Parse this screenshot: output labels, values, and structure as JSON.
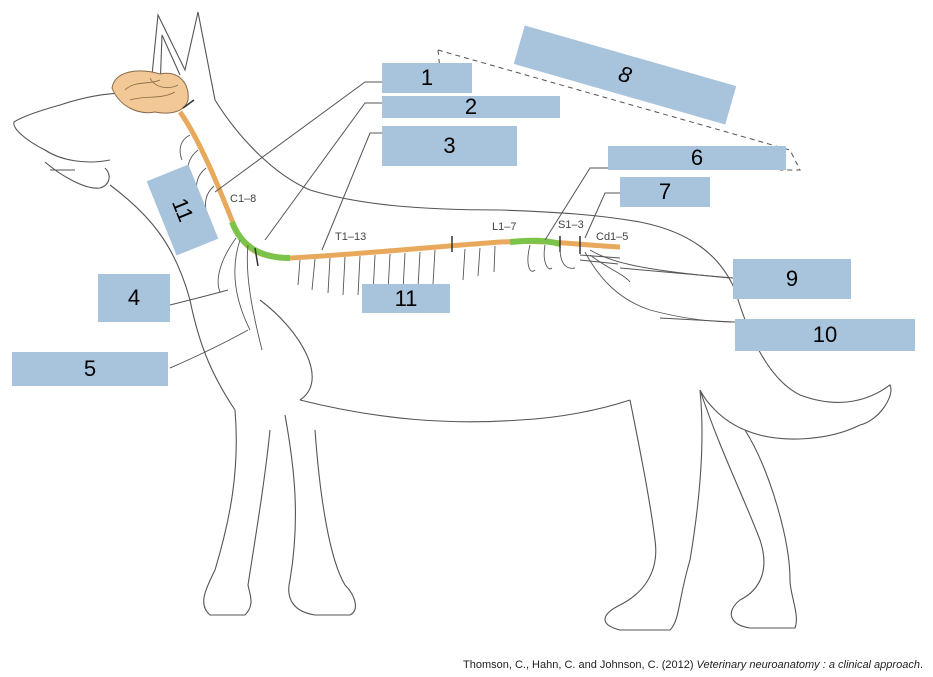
{
  "colors": {
    "label_box": "#a8c3dc",
    "spinal_cord": "#e8a95c",
    "enlargement": "#7cc34a",
    "brain": "#f2c896",
    "outline": "#555555"
  },
  "segments": {
    "cervical": "C1–8",
    "thoracic": "T1–13",
    "lumbar": "L1–7",
    "sacral": "S1–3",
    "caudal": "Cd1–5"
  },
  "labels": {
    "l1": "1",
    "l2": "2",
    "l3": "3",
    "l4": "4",
    "l5": "5",
    "l6": "6",
    "l7": "7",
    "l8": "8",
    "l9": "9",
    "l10": "10",
    "l11a": "11",
    "l11b": "11"
  },
  "citation": {
    "authors": "Thomson, C., Hahn, C. and Johnson, C. (2012) ",
    "title": "Veterinary neuroanatomy : a clinical approach",
    "end": "."
  }
}
